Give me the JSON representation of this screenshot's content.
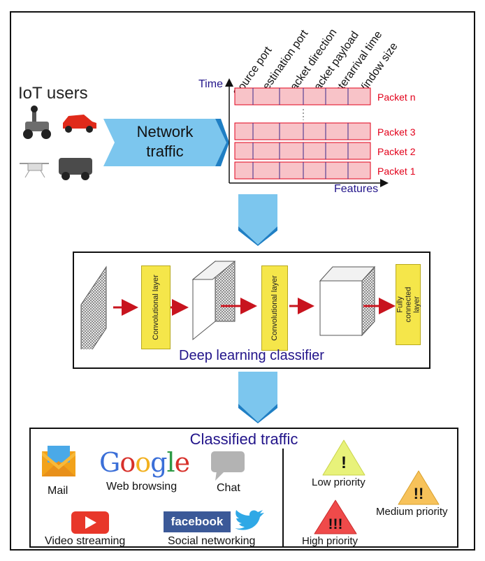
{
  "iot": {
    "title": "IoT users",
    "banner": [
      "Network",
      "traffic"
    ]
  },
  "features": {
    "time_label": "Time",
    "axis_label": "Features",
    "columns": [
      "Source port",
      "Destination port",
      "Packet direction",
      "Packet payload",
      "Interarrival time",
      "Window size"
    ],
    "packets": [
      "Packet n",
      "Packet 3",
      "Packet 2",
      "Packet 1"
    ]
  },
  "deep_learning": {
    "caption": "Deep learning classifier",
    "layers": [
      "Convolutional layer",
      "Convolutional layer",
      "Fully connected layer"
    ]
  },
  "classified": {
    "title": "Classified traffic",
    "apps": {
      "mail": "Mail",
      "web": "Web browsing",
      "chat": "Chat",
      "video": "Video streaming",
      "social": "Social networking",
      "google_logo": "Google",
      "facebook_logo": "facebook"
    },
    "priorities": {
      "low": "Low priority",
      "medium": "Medium priority",
      "high": "High priority"
    }
  },
  "colors": {
    "accent": "#22148a",
    "packet": "#e2001a",
    "packet_fill": "#f8c3c8",
    "flow_arrow": "#7cc6ee",
    "layer": "#f5e64a"
  }
}
